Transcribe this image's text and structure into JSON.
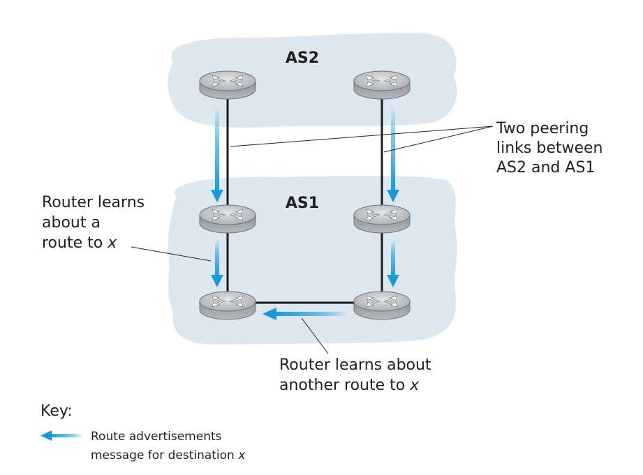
{
  "as_regions": [
    {
      "id": "as2",
      "label": "AS2"
    },
    {
      "id": "as1",
      "label": "AS1"
    }
  ],
  "annotations": {
    "peering": [
      "Two peering",
      "links between",
      "AS2 and AS1"
    ],
    "learns_route": {
      "lines": [
        "Router learns",
        "about a",
        "route to "
      ],
      "var": "x"
    },
    "learns_another": {
      "lines": [
        "Router learns about",
        "another route to "
      ],
      "var": "x"
    }
  },
  "key": {
    "title": "Key:",
    "lines": [
      "Route advertisements",
      "message for destination "
    ],
    "var": "x"
  },
  "colors": {
    "region_fill": "#dce7ef",
    "arrow_blue": "#1a9ad7",
    "link": "#1a1a1a",
    "router_fill": "#a8acb0",
    "router_top": "#c9ccd0",
    "text": "#231f20"
  },
  "icons": [
    "router-icon",
    "arrow-left-icon",
    "arrow-down-icon"
  ]
}
